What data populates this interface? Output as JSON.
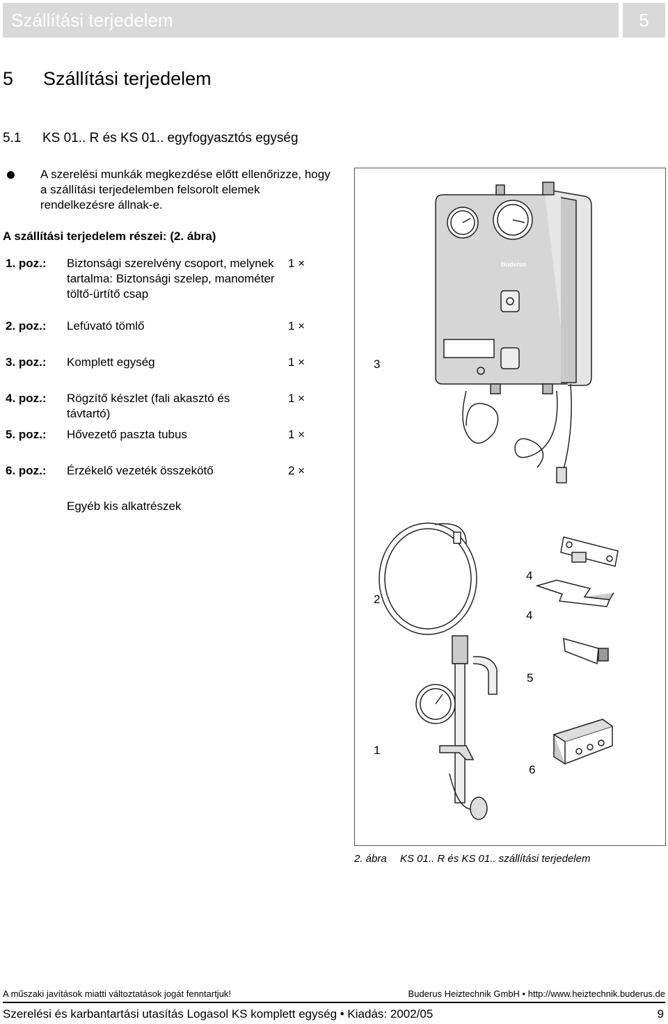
{
  "header": {
    "title": "Szállítási terjedelem",
    "chapter": "5"
  },
  "section": {
    "number": "5",
    "title": "Szállítási terjedelem"
  },
  "subsection": {
    "number": "5.1",
    "title": "KS 01.. R és KS 01.. egyfogyasztós egység"
  },
  "bullet_text": "A szerelési munkák megkezdése előtt ellenőrizze, hogy a szállítási terjedelemben felsorolt elemek rendelkezésre állnak-e.",
  "parts_heading": "A szállítási terjedelem részei: (2. ábra)",
  "parts": [
    {
      "pos": "1. poz.:",
      "desc": "Biztonsági szerelvény csoport, melynek tartalma: Biztonsági szelep, manométer töltő-ürtítő csap",
      "qty": "1 ×"
    },
    {
      "pos": "2. poz.:",
      "desc": "Lefúvató tömlő",
      "qty": "1 ×"
    },
    {
      "pos": "3. poz.:",
      "desc": "Komplett egység",
      "qty": "1 ×"
    },
    {
      "pos": "4. poz.:",
      "desc": "Rögzítő készlet (fali akasztó és távtartó)",
      "qty": "1 ×"
    },
    {
      "pos": "5. poz.:",
      "desc": "Hővezető paszta tubus",
      "qty": "1 ×"
    },
    {
      "pos": "6. poz.:",
      "desc": "Érzékelő vezeték összekötő",
      "qty": "2 ×"
    }
  ],
  "other_parts": "Egyéb kis alkatrészek",
  "figure": {
    "callouts": [
      "3",
      "2",
      "4",
      "4",
      "5",
      "1",
      "6"
    ],
    "brand": "Buderus",
    "caption_label": "2. ábra",
    "caption_text": "KS 01.. R és KS 01.. szállítási terjedelem"
  },
  "footer": {
    "note": "A műszaki javítások miatti változtatások jogát fenntartjuk!",
    "company": "Buderus Heiztechnik GmbH • http://www.heiztechnik.buderus.de",
    "doc_title": "Szerelési és karbantartási utasítás Logasol KS komplett egység • Kiadás: 2002/05",
    "page": "9"
  }
}
